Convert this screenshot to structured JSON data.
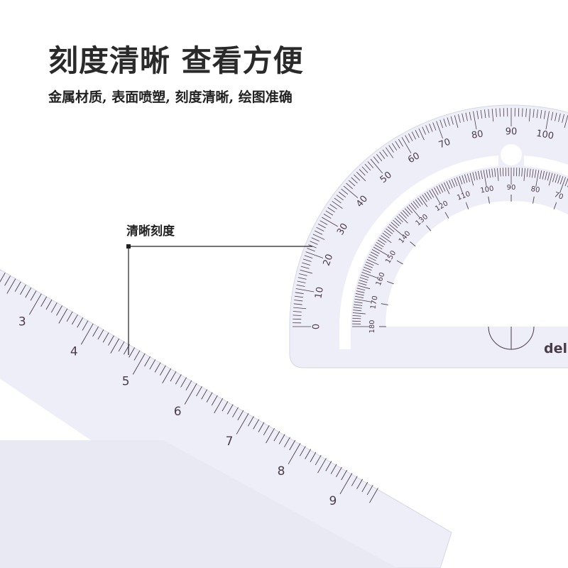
{
  "headline": "刻度清晰 查看方便",
  "subheadline": "金属材质, 表面喷塑, 刻度清晰, 绘图准确",
  "callout_label": "清晰刻度",
  "protractor": {
    "outer_labels": [
      "0",
      "10",
      "20",
      "30",
      "40",
      "50",
      "60",
      "70",
      "80",
      "90",
      "100"
    ],
    "inner_labels": [
      "180",
      "170",
      "160",
      "150",
      "140",
      "130",
      "120",
      "110",
      "100",
      "90",
      "80",
      "70"
    ],
    "brand": "del"
  },
  "triangle_ruler": {
    "labels": [
      "3",
      "4",
      "5",
      "6",
      "7",
      "8",
      "9"
    ]
  },
  "colors": {
    "ruler": "#eeeef8",
    "tick": "#4a3c48",
    "edge": "#d6d6e6"
  }
}
